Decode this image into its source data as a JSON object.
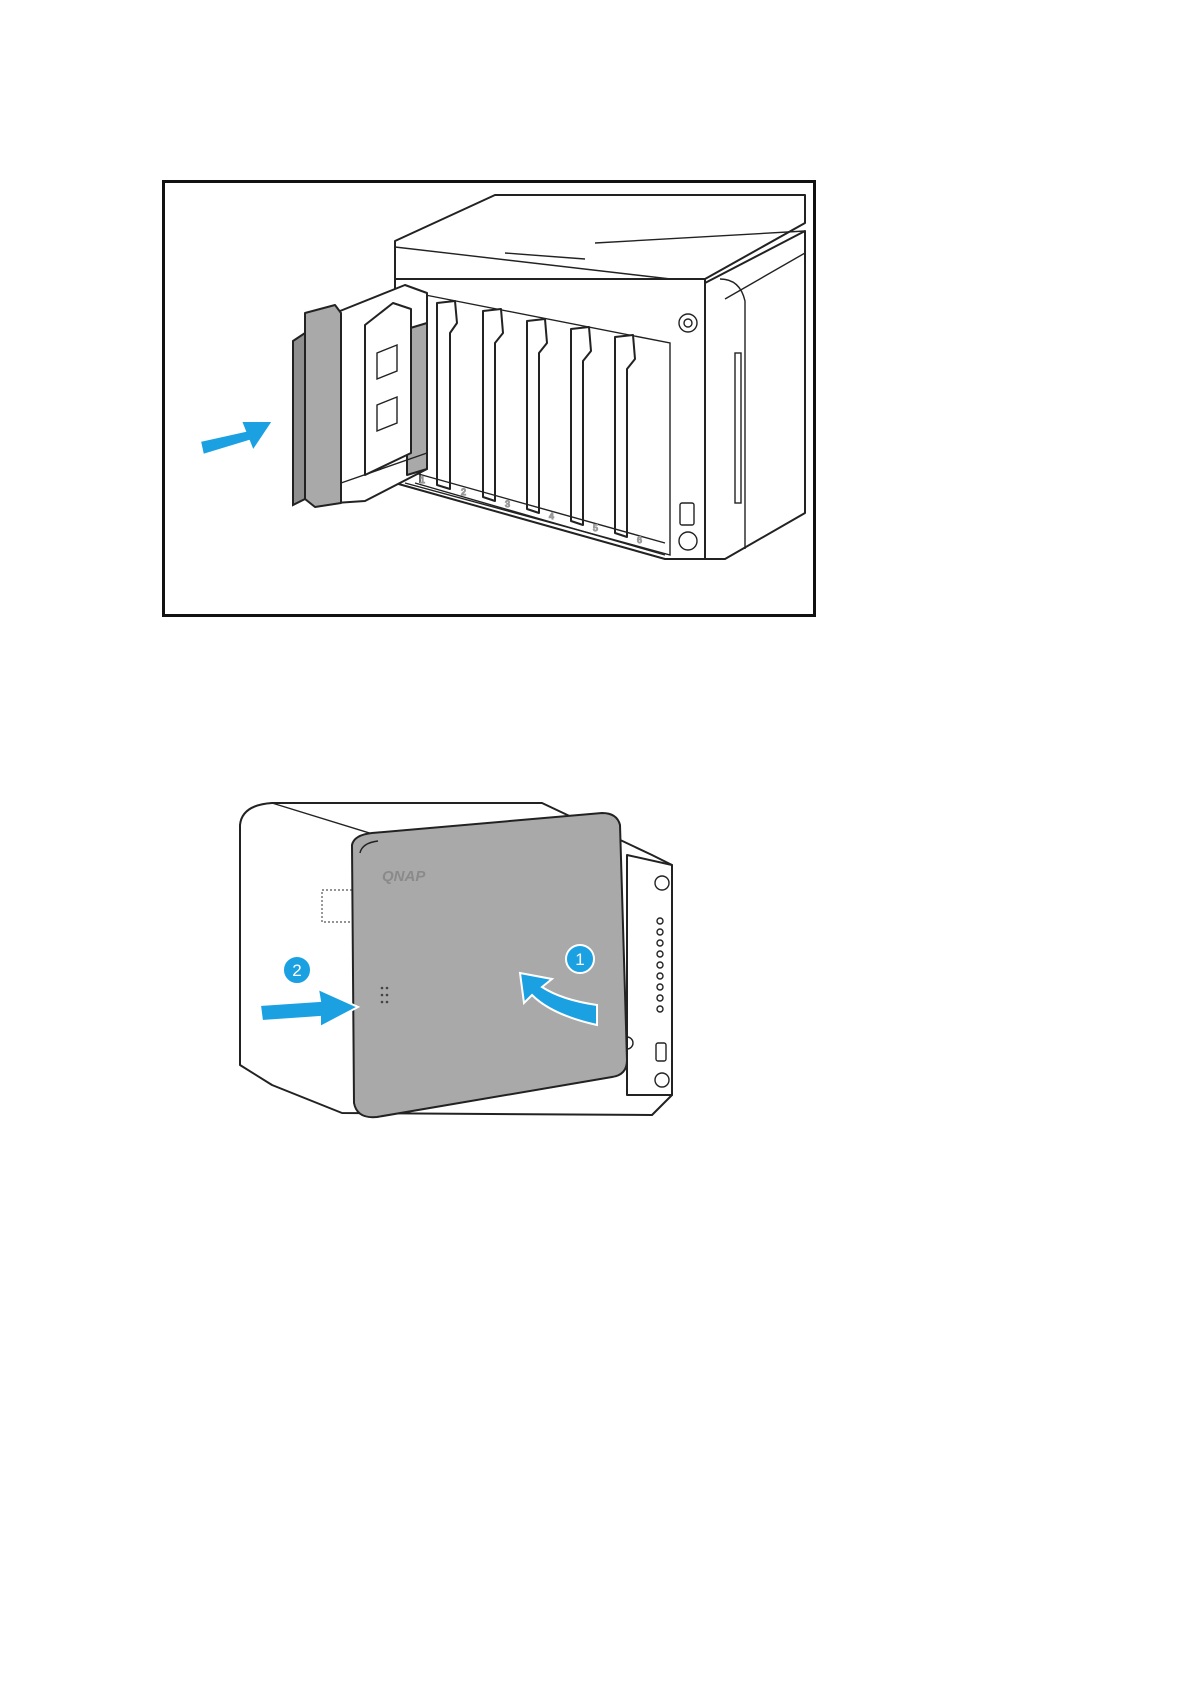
{
  "figures": [
    {
      "description_name": "drive-tray-insertion",
      "bay_labels": [
        "1",
        "2",
        "3",
        "4",
        "5",
        "6"
      ]
    },
    {
      "description_name": "front-cover-attach",
      "brand_logo": "QNAP",
      "steps": [
        "1",
        "2"
      ]
    }
  ],
  "colors": {
    "arrow": "#1ba1e2",
    "cover": "#a9a9a9",
    "outline": "#222222"
  }
}
